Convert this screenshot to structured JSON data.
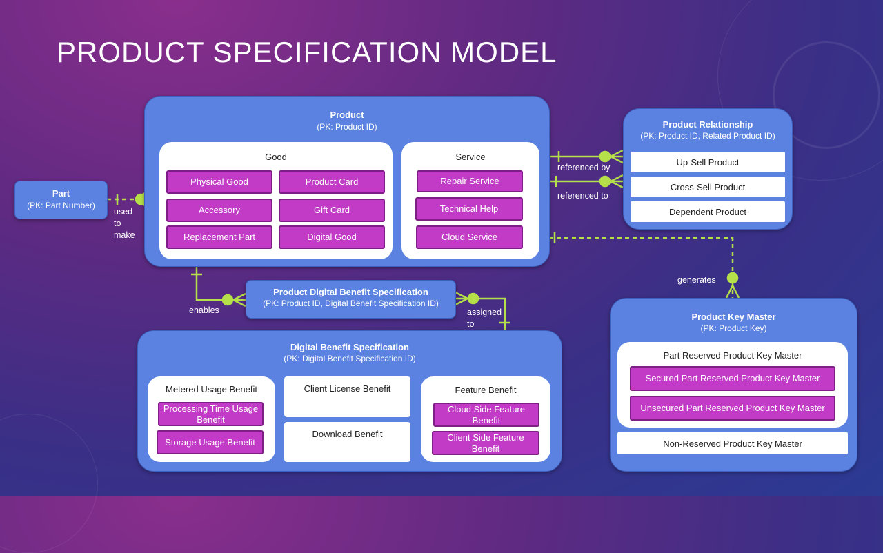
{
  "title": "PRODUCT SPECIFICATION MODEL",
  "colors": {
    "entity": "#5b82e0",
    "chip": "#c23bc6",
    "connector": "#b5e04a"
  },
  "product": {
    "title": "Product",
    "pk": "(PK: Product ID)",
    "good": {
      "label": "Good",
      "items": [
        "Physical Good",
        "Product Card",
        "Accessory",
        "Gift Card",
        "Replacement Part",
        "Digital Good"
      ]
    },
    "service": {
      "label": "Service",
      "items": [
        "Repair Service",
        "Technical Help",
        "Cloud Service"
      ]
    }
  },
  "part": {
    "title": "Part",
    "pk": "(PK: Part Number)"
  },
  "product_relationship": {
    "title": "Product Relationship",
    "pk": "(PK: Product ID, Related Product ID)",
    "items": [
      "Up-Sell Product",
      "Cross-Sell Product",
      "Dependent Product"
    ]
  },
  "pdbs": {
    "title": "Product Digital Benefit Specification",
    "pk": "(PK: Product ID, Digital Benefit Specification ID)"
  },
  "dbs": {
    "title": "Digital Benefit Specification",
    "pk": "(PK: Digital Benefit Specification ID)",
    "metered": {
      "label": "Metered Usage Benefit",
      "items": [
        "Processing Time Usage Benefit",
        "Storage Usage Benefit"
      ]
    },
    "client_license": "Client License Benefit",
    "download": "Download Benefit",
    "feature": {
      "label": "Feature Benefit",
      "items": [
        "Cloud Side Feature Benefit",
        "Client Side Feature Benefit"
      ]
    }
  },
  "pkm": {
    "title": "Product Key Master",
    "pk": "(PK: Product Key)",
    "reserved": {
      "label": "Part Reserved Product Key Master",
      "items": [
        "Secured Part Reserved Product Key Master",
        "Unsecured Part Reserved Product Key Master"
      ]
    },
    "non_reserved": "Non-Reserved Product Key Master"
  },
  "labels": {
    "used_to_make": [
      "used",
      "to",
      "make"
    ],
    "referenced_by": "referenced by",
    "referenced_to": "referenced to",
    "enables": "enables",
    "assigned_to": [
      "assigned",
      "to"
    ],
    "generates": "generates"
  }
}
